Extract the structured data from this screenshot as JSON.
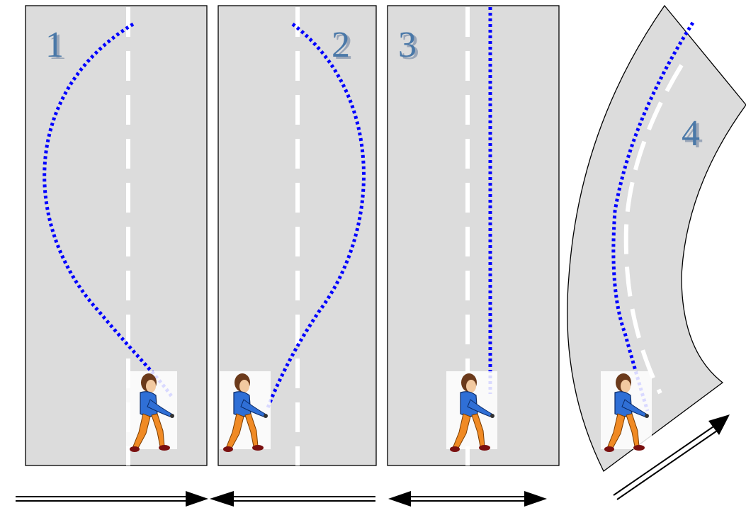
{
  "panels": [
    {
      "id": "1",
      "label": "1"
    },
    {
      "id": "2",
      "label": "2"
    },
    {
      "id": "3",
      "label": "3"
    },
    {
      "id": "4",
      "label": "4"
    }
  ],
  "arrows": [
    {
      "panel": "1",
      "direction": "right"
    },
    {
      "panel": "2",
      "direction": "left"
    },
    {
      "panel": "3",
      "direction": "both"
    },
    {
      "panel": "4",
      "direction": "up-right"
    }
  ],
  "colors": {
    "road": "#dcdcdc",
    "lane_marking": "#ffffff",
    "path": "#0000ff",
    "number_fill": "#4a78a8",
    "number_shadow": "#9aa6b8",
    "arrow": "#000000",
    "figure_shirt": "#2f6fd6",
    "figure_pants": "#f08a24",
    "figure_hair": "#6b3a1b"
  },
  "figure": {
    "name": "walking-person-pulling"
  }
}
